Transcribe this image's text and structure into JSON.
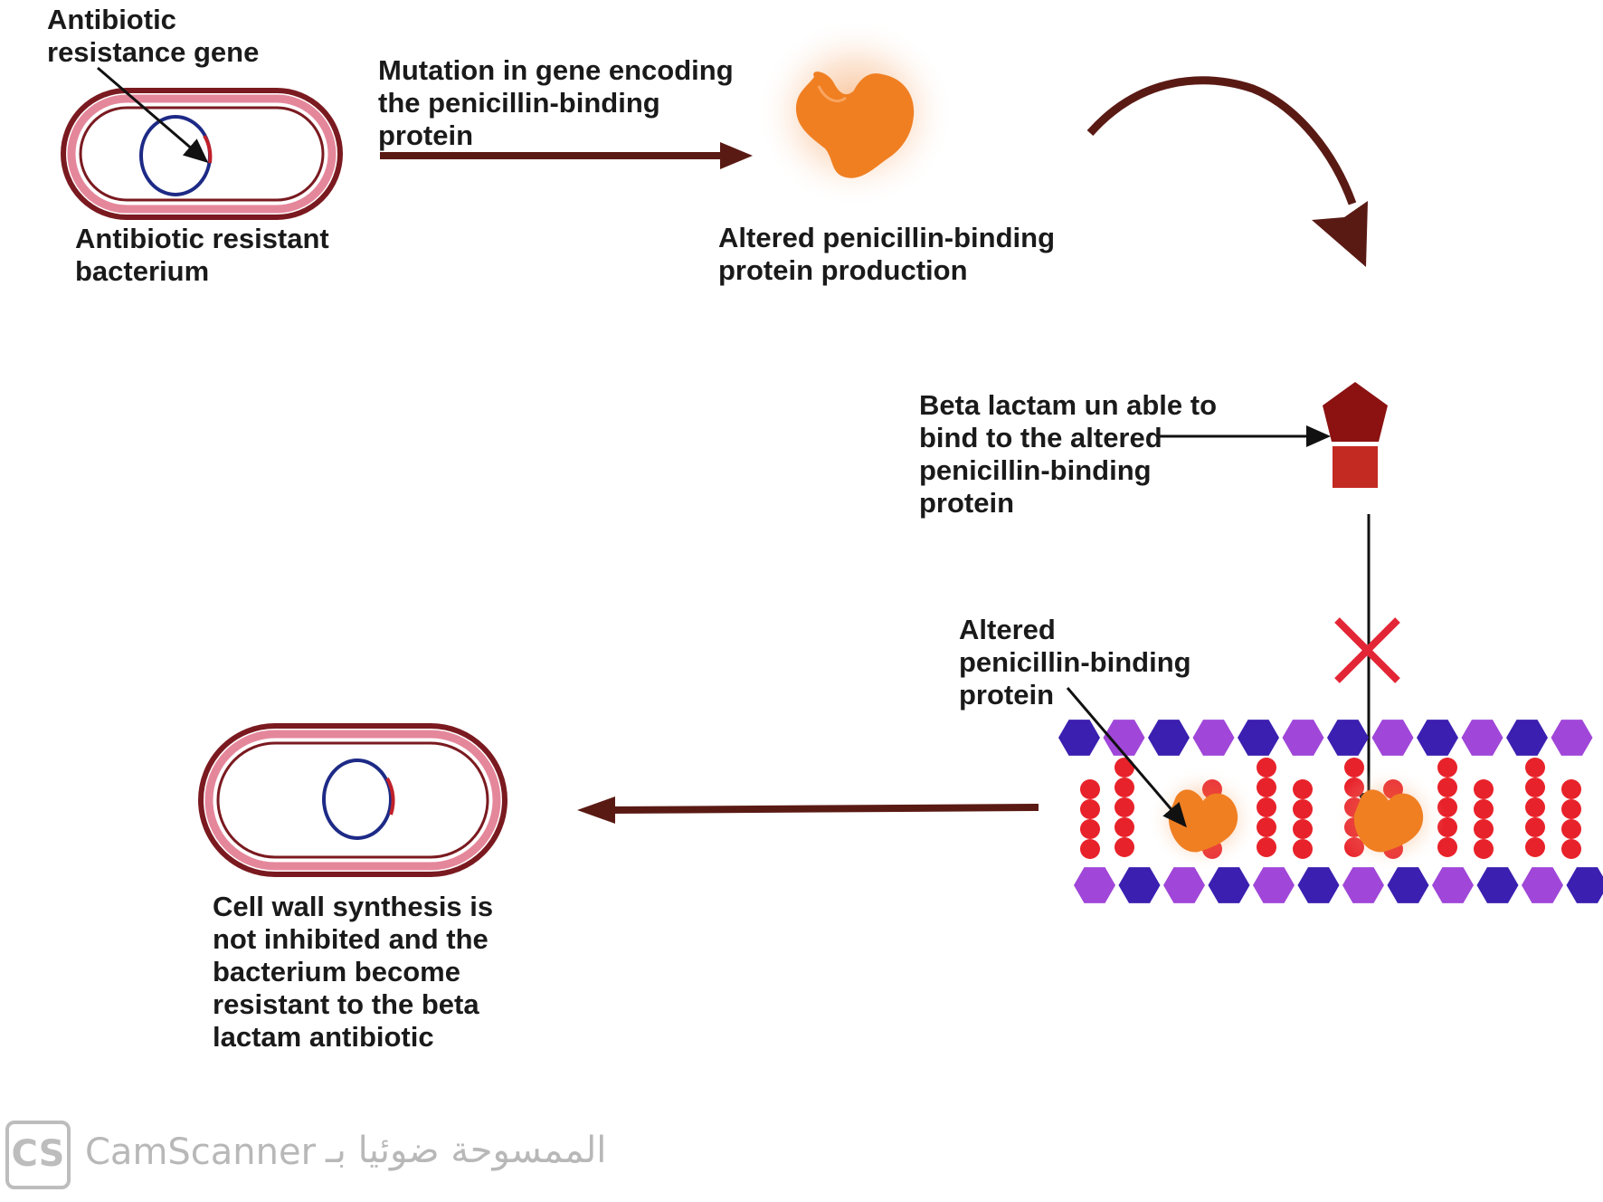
{
  "labels": {
    "resistance_gene": [
      "Antibiotic",
      "resistance gene"
    ],
    "resistant_bacterium": [
      "Antibiotic resistant",
      "bacterium"
    ],
    "mutation": [
      "Mutation in gene encoding",
      "the penicillin-binding",
      "protein"
    ],
    "altered_production": [
      "Altered penicillin-binding",
      "protein production"
    ],
    "beta_lactam_unable": [
      "Beta lactam un able to",
      "bind to the altered",
      "penicillin-binding",
      "protein"
    ],
    "altered_pbp": [
      "Altered",
      "penicillin-binding",
      "protein"
    ],
    "cell_wall_result": [
      "Cell wall synthesis is",
      "not inhibited and the",
      "bacterium become",
      "resistant to the beta",
      "lactam antibiotic"
    ]
  },
  "watermark": {
    "logo": "CS",
    "brand": "CamScanner",
    "arabic": "الممسوحة ضوئيا بـ"
  },
  "colors": {
    "arrow_brown": "#5a1a14",
    "cell_wall_outer": "#7a1a20",
    "cell_wall_pink": "#e5879b",
    "dna_ring": "#1d2a86",
    "protein_orange": "#f07f22",
    "beta_lactam": "#8c1212",
    "block_red": "#c32a22",
    "cross_red": "#e32636",
    "hex_blue": "#3b1fb0",
    "hex_purple": "#a046d8",
    "bead_red": "#e8222a"
  },
  "icons": [
    "bacterium-cell-icon",
    "plasmid-ring-icon",
    "altered-protein-icon",
    "beta-lactam-icon",
    "blocked-cross-icon",
    "peptidoglycan-wall-icon"
  ]
}
